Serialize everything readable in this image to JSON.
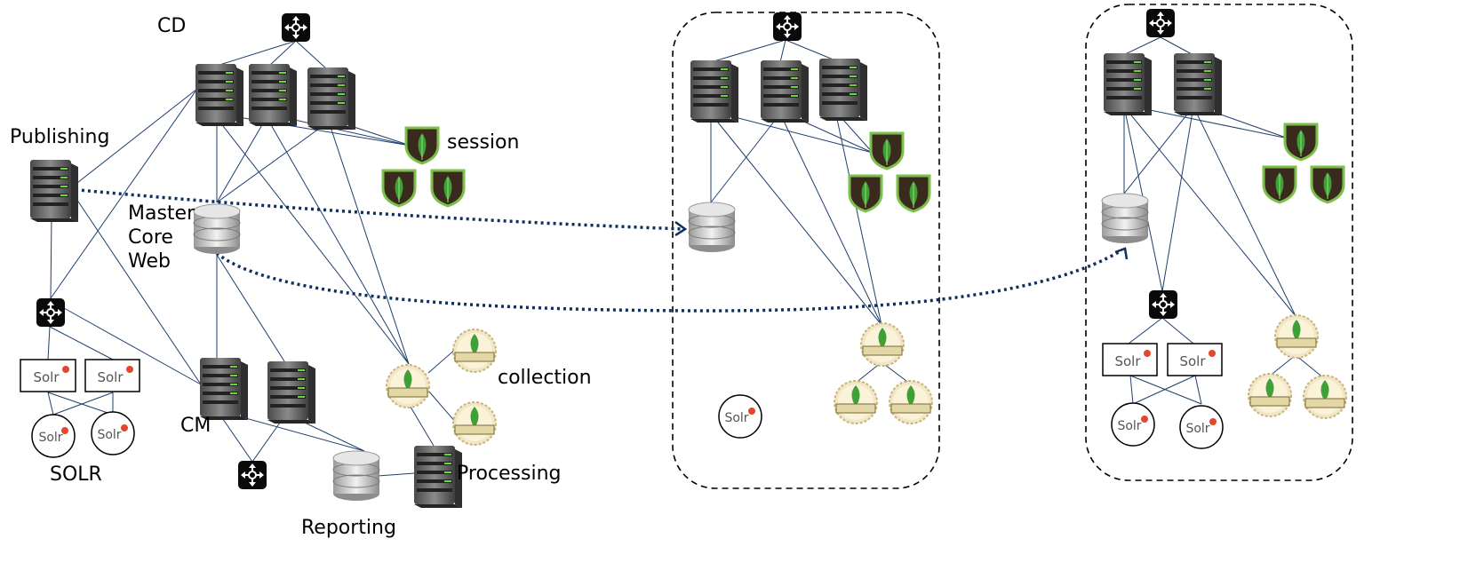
{
  "labels": {
    "cd": "CD",
    "publishing": "Publishing",
    "session": "session",
    "master": "Master",
    "core": "Core",
    "web": "Web",
    "collection": "collection",
    "cm": "CM",
    "solr": "SOLR",
    "processing": "Processing",
    "reporting": "Reporting"
  },
  "icon_text": {
    "solr": "Solr",
    "mongodb": "mongoDB"
  },
  "colors": {
    "edge": "#1f3f6e",
    "replication": "#0f2f5c",
    "mongo_green": "#3fa037",
    "mongo_badge": "#3a2a1e"
  }
}
